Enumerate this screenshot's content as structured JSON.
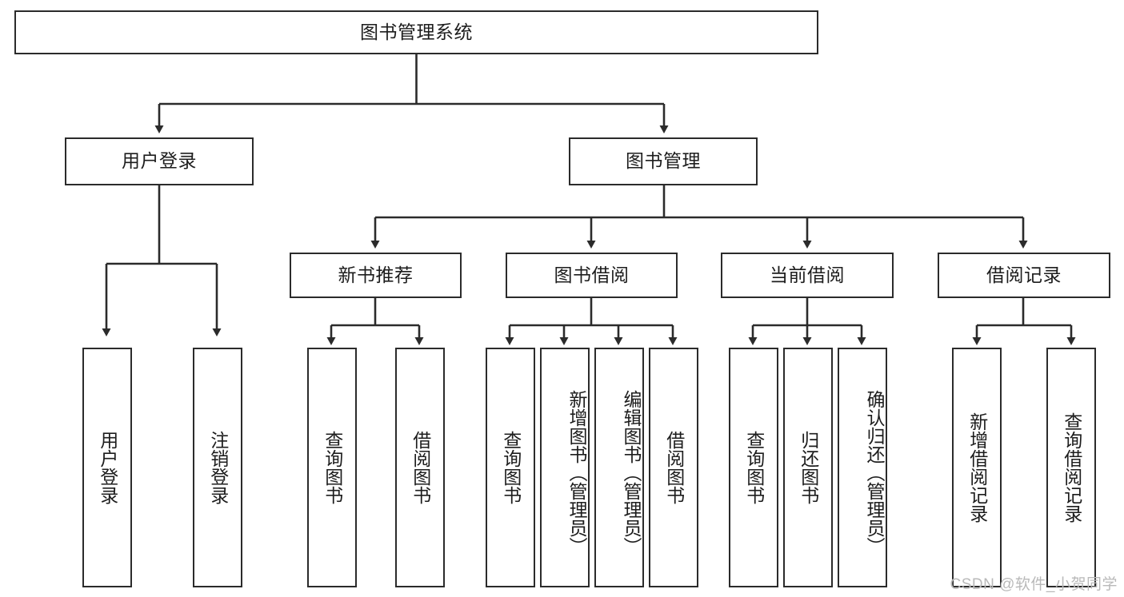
{
  "diagram": {
    "type": "tree-hierarchy-chart",
    "title": "图书管理系统",
    "style": {
      "box_border_color": "#2b2b2b",
      "box_fill_color": "#ffffff",
      "connector_color": "#2b2b2b",
      "text_color": "#1d1d1d",
      "background_color": "#ffffff",
      "watermark_color": "#b9b9b9"
    },
    "levels": {
      "root": {
        "label": "图书管理系统",
        "orientation": "horizontal"
      },
      "level1": [
        {
          "id": "user-login",
          "label": "用户登录",
          "orientation": "horizontal"
        },
        {
          "id": "book-manage",
          "label": "图书管理",
          "orientation": "horizontal"
        }
      ],
      "level2": [
        {
          "id": "new-book-rec",
          "label": "新书推荐",
          "orientation": "horizontal",
          "parent": "book-manage"
        },
        {
          "id": "book-borrow",
          "label": "图书借阅",
          "orientation": "horizontal",
          "parent": "book-manage"
        },
        {
          "id": "current-borrow",
          "label": "当前借阅",
          "orientation": "horizontal",
          "parent": "book-manage"
        },
        {
          "id": "borrow-record",
          "label": "借阅记录",
          "orientation": "horizontal",
          "parent": "book-manage"
        }
      ],
      "leaves": [
        {
          "id": "leaf-user-login",
          "label": "用户登录",
          "orientation": "vertical",
          "parent": "user-login"
        },
        {
          "id": "leaf-logout",
          "label": "注销登录",
          "orientation": "vertical",
          "parent": "user-login"
        },
        {
          "id": "leaf-query-book-1",
          "label": "查询图书",
          "orientation": "vertical",
          "parent": "new-book-rec"
        },
        {
          "id": "leaf-borrow-book-1",
          "label": "借阅图书",
          "orientation": "vertical",
          "parent": "new-book-rec"
        },
        {
          "id": "leaf-query-book-2",
          "label": "查询图书",
          "orientation": "vertical",
          "parent": "book-borrow"
        },
        {
          "id": "leaf-add-book",
          "label": "新增图书（管理员）",
          "orientation": "vertical",
          "parent": "book-borrow"
        },
        {
          "id": "leaf-edit-book",
          "label": "编辑图书（管理员）",
          "orientation": "vertical",
          "parent": "book-borrow"
        },
        {
          "id": "leaf-borrow-book-2",
          "label": "借阅图书",
          "orientation": "vertical",
          "parent": "book-borrow"
        },
        {
          "id": "leaf-query-book-3",
          "label": "查询图书",
          "orientation": "vertical",
          "parent": "current-borrow"
        },
        {
          "id": "leaf-return-book",
          "label": "归还图书",
          "orientation": "vertical",
          "parent": "current-borrow"
        },
        {
          "id": "leaf-confirm-return",
          "label": "确认归还（管理员）",
          "orientation": "vertical",
          "parent": "current-borrow"
        },
        {
          "id": "leaf-add-record",
          "label": "新增借阅记录",
          "orientation": "vertical",
          "parent": "borrow-record"
        },
        {
          "id": "leaf-query-record",
          "label": "查询借阅记录",
          "orientation": "vertical",
          "parent": "borrow-record"
        }
      ]
    },
    "watermark": "CSDN @软件_小贺同学"
  }
}
